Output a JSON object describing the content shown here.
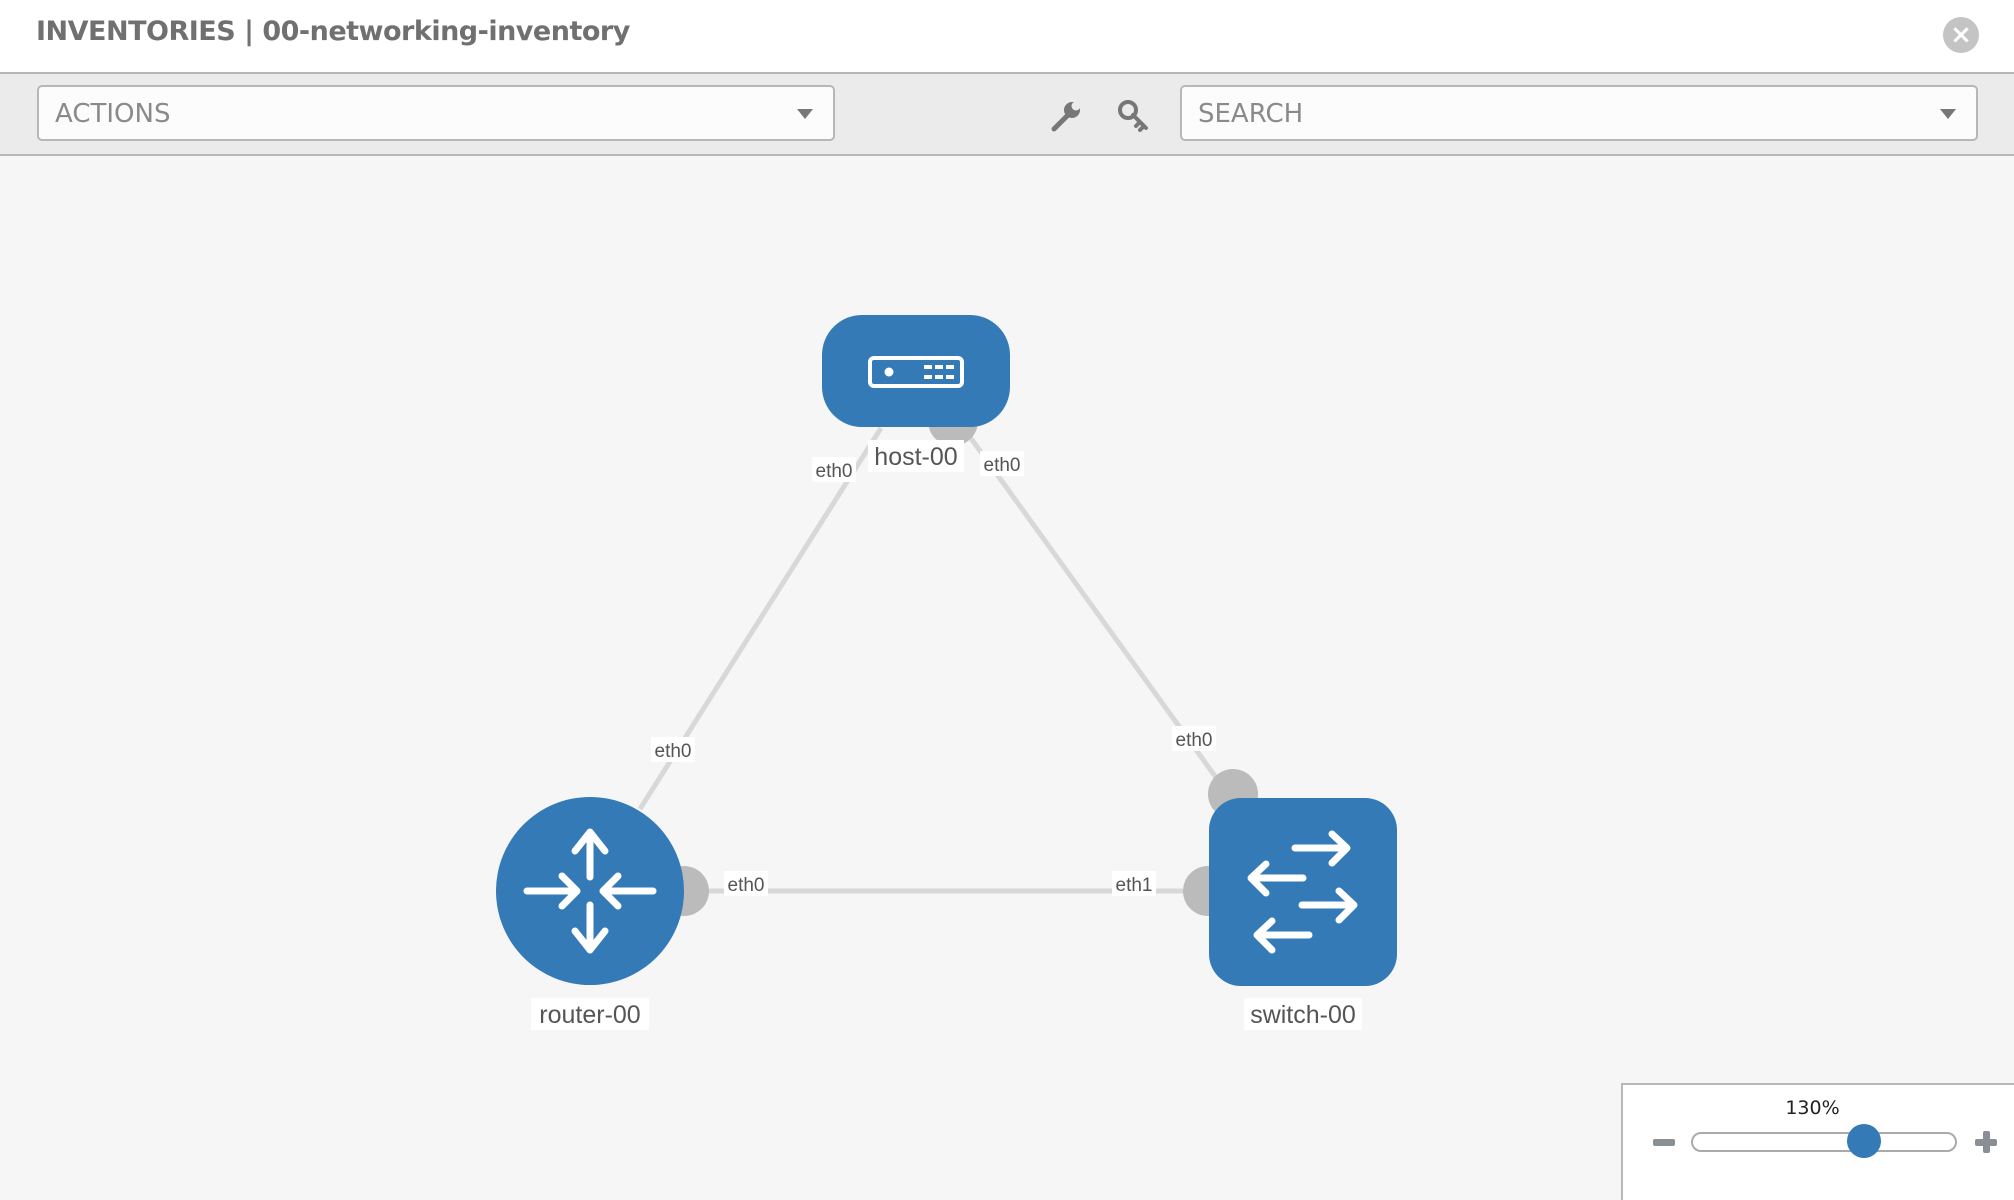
{
  "header": {
    "title": "INVENTORIES | 00-networking-inventory",
    "close_icon": "close-circle-icon"
  },
  "toolbar": {
    "actions_label": "ACTIONS",
    "search_label": "SEARCH",
    "tools": [
      "wrench-icon",
      "key-icon"
    ]
  },
  "graph": {
    "nodes": [
      {
        "name": "host-00",
        "type": "host"
      },
      {
        "name": "router-00",
        "type": "router"
      },
      {
        "name": "switch-00",
        "type": "switch"
      }
    ],
    "links": [
      {
        "from": "host-00",
        "from_port": "eth0",
        "to": "router-00",
        "to_port": "eth0"
      },
      {
        "from": "host-00",
        "from_port": "eth0",
        "to": "switch-00",
        "to_port": "eth0"
      },
      {
        "from": "router-00",
        "from_port": "eth0",
        "to": "switch-00",
        "to_port": "eth1"
      }
    ],
    "colors": {
      "node": "#337ab7",
      "link": "#d8d8d8",
      "port": "#bbbbbb"
    }
  },
  "zoom": {
    "label": "130%",
    "value_percent": 130,
    "slider_fraction": 0.65
  }
}
